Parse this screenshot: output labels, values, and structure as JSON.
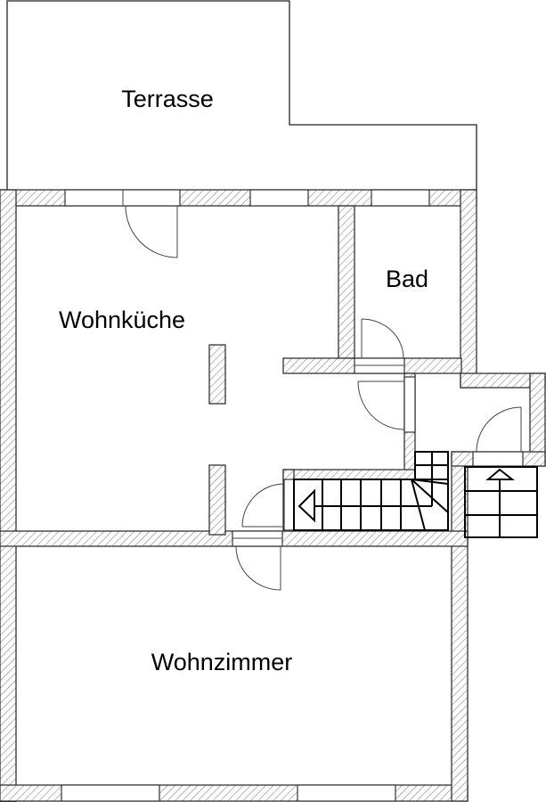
{
  "plan": {
    "rooms": [
      {
        "id": "terrasse",
        "label": "Terrasse"
      },
      {
        "id": "bad",
        "label": "Bad"
      },
      {
        "id": "wohnkueche",
        "label": "Wohnküche"
      },
      {
        "id": "wohnzimmer",
        "label": "Wohnzimmer"
      }
    ]
  }
}
